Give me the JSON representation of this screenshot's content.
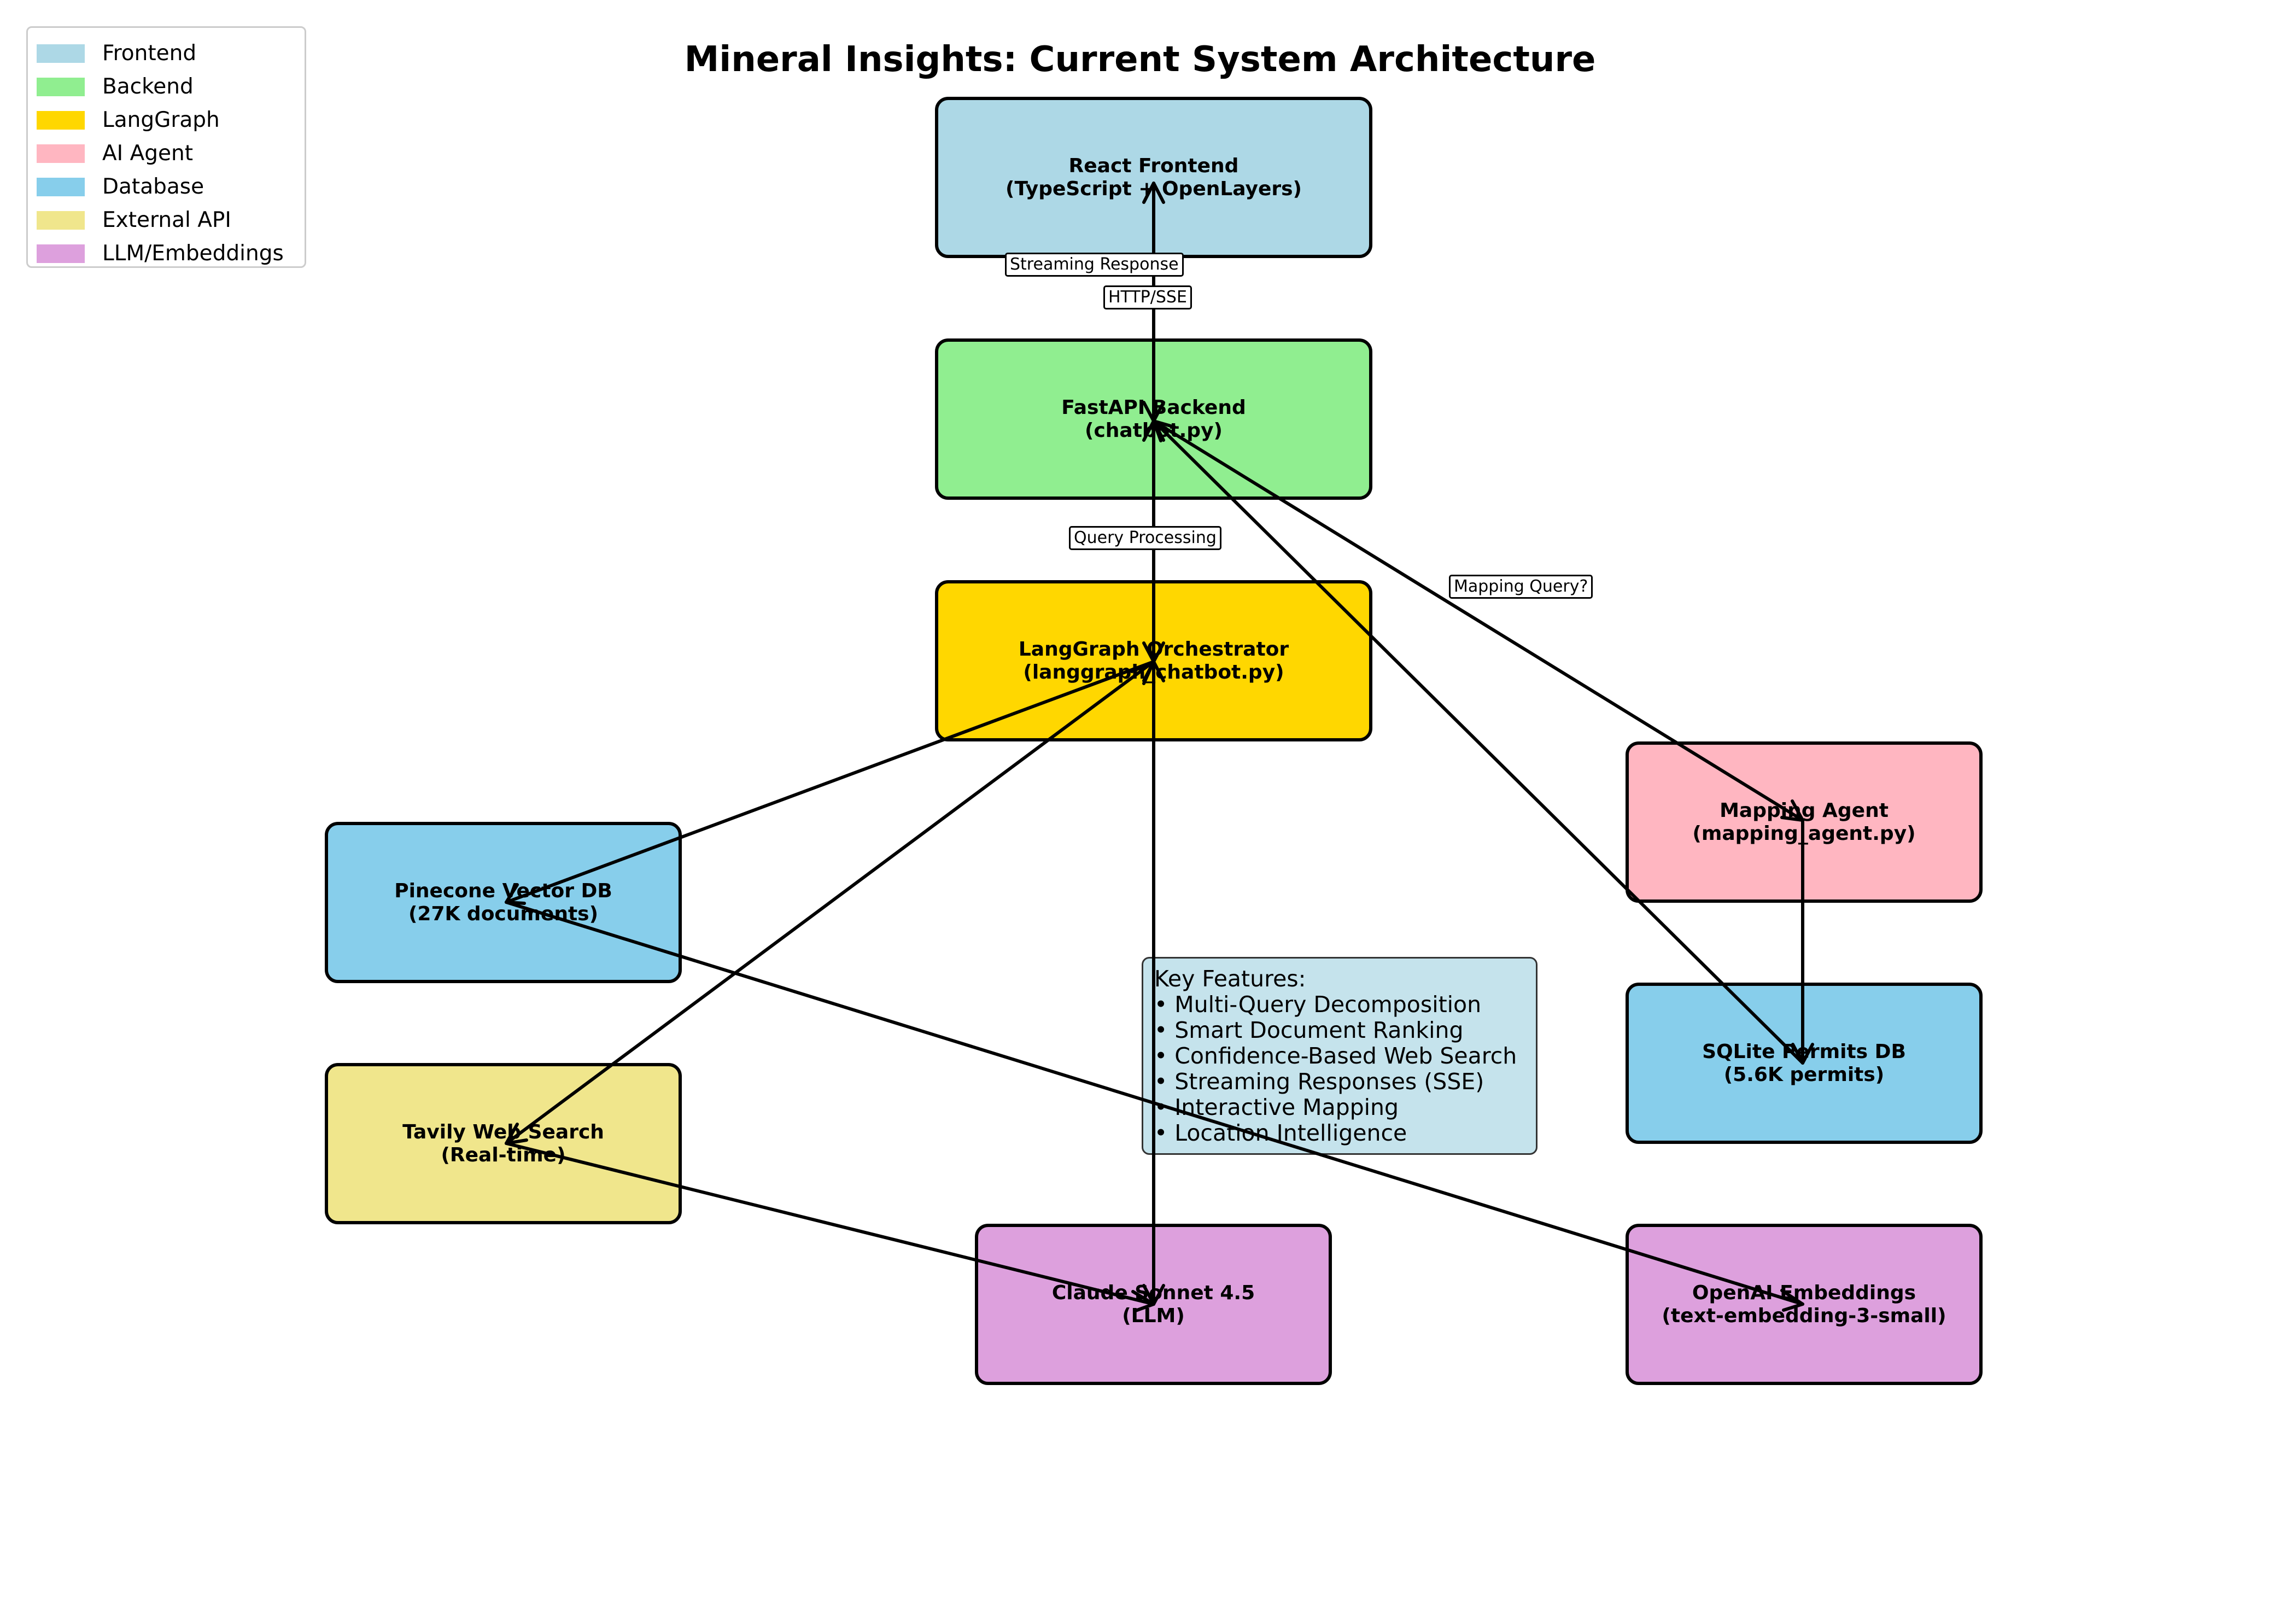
{
  "title": "Mineral Insights: Current System Architecture",
  "legend": {
    "items": [
      {
        "label": "Frontend",
        "color": "#add8e6"
      },
      {
        "label": "Backend",
        "color": "#90ee90"
      },
      {
        "label": "LangGraph",
        "color": "#ffd700"
      },
      {
        "label": "AI Agent",
        "color": "#ffb6c1"
      },
      {
        "label": "Database",
        "color": "#87ceeb"
      },
      {
        "label": "External API",
        "color": "#f0e68c"
      },
      {
        "label": "LLM/Embeddings",
        "color": "#dda0dd"
      }
    ]
  },
  "nodes": {
    "react": {
      "line1": "React Frontend",
      "line2": "(TypeScript + OpenLayers)",
      "color": "#add8e6"
    },
    "fastapi": {
      "line1": "FastAPI Backend",
      "line2": "(chatbot.py)",
      "color": "#90ee90"
    },
    "langgraph": {
      "line1": "LangGraph Orchestrator",
      "line2": "(langgraph_chatbot.py)",
      "color": "#ffd700"
    },
    "mapping": {
      "line1": "Mapping Agent",
      "line2": "(mapping_agent.py)",
      "color": "#ffb6c1"
    },
    "pinecone": {
      "line1": "Pinecone Vector DB",
      "line2": "(27K documents)",
      "color": "#87ceeb"
    },
    "sqlite": {
      "line1": "SQLite Permits DB",
      "line2": "(5.6K permits)",
      "color": "#87ceeb"
    },
    "tavily": {
      "line1": "Tavily Web Search",
      "line2": "(Real-time)",
      "color": "#f0e68c"
    },
    "claude": {
      "line1": "Claude Sonnet 4.5",
      "line2": "(LLM)",
      "color": "#dda0dd"
    },
    "openai": {
      "line1": "OpenAI Embeddings",
      "line2": "(text-embedding-3-small)",
      "color": "#dda0dd"
    }
  },
  "edge_labels": {
    "streaming": "Streaming Response",
    "http": "HTTP/SSE",
    "query": "Query Processing",
    "mapping": "Mapping Query?"
  },
  "features": {
    "title": "Key Features:",
    "items": [
      "• Multi-Query Decomposition",
      "• Smart Document Ranking",
      "• Confidence-Based Web Search",
      "• Streaming Responses (SSE)",
      "• Interactive Mapping",
      "• Location Intelligence"
    ]
  }
}
